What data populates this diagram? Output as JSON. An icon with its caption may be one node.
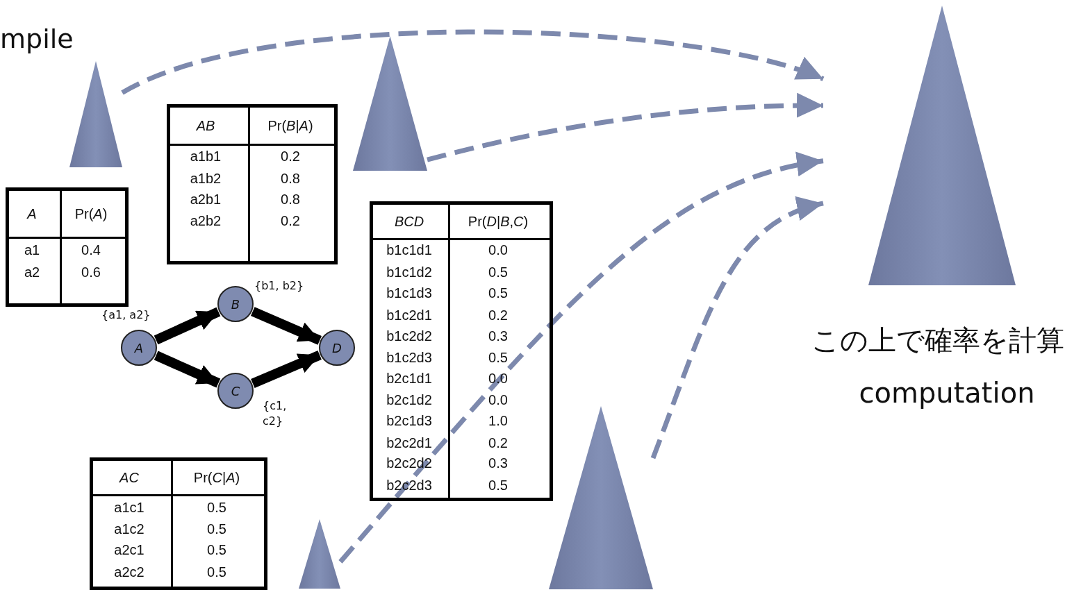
{
  "diagram": {
    "nodes": [
      {
        "text": [],
        "shape": "triangle"
      },
      {
        "text": [],
        "shape": "triangle"
      },
      {
        "text": [],
        "shape": "triangle",
        "beside": [
          "この上で確率を計算",
          "computation"
        ]
      },
      {
        "text": [],
        "shape": "triangle"
      },
      {
        "text": [],
        "shape": "triangle"
      },
      {
        "text": [
          "A"
        ],
        "beside": [
          "{a1, a2}"
        ]
      },
      {
        "text": [
          "B"
        ],
        "beside": [
          "{b1, b2}"
        ]
      },
      {
        "text": [
          "C"
        ],
        "beside": [
          "{c1, c2}"
        ]
      },
      {
        "text": [
          "D"
        ]
      }
    ],
    "edges": [
      {
        "from": 0,
        "to": 2,
        "arrow": "to",
        "style": "dashed",
        "color": "#7d89ad"
      },
      {
        "from": 1,
        "to": 2,
        "arrow": "to",
        "style": "dashed",
        "color": "#7d89ad"
      },
      {
        "from": 3,
        "to": 2,
        "arrow": "to",
        "style": "dashed",
        "color": "#7d89ad"
      },
      {
        "from": 4,
        "to": 2,
        "arrow": "to",
        "style": "dashed",
        "color": "#7d89ad"
      },
      {
        "from": 5,
        "to": 6,
        "arrow": "to",
        "style": "thick",
        "color": "#000000"
      },
      {
        "from": 5,
        "to": 7,
        "arrow": "to",
        "style": "thick",
        "color": "#000000"
      },
      {
        "from": 6,
        "to": 8,
        "arrow": "to",
        "style": "thick",
        "color": "#000000"
      },
      {
        "from": 7,
        "to": 8,
        "arrow": "to",
        "style": "thick",
        "color": "#000000"
      }
    ],
    "labels": [
      "mpile",
      "AB",
      "Pr(*B*|*A*)",
      "a1b1",
      "0.2",
      "a1b2",
      "0.8",
      "a2b1",
      "0.8",
      "a2b2",
      "0.2",
      "A",
      "Pr(*A*)",
      "a1",
      "0.4",
      "a2",
      "0.6",
      "BCD",
      "Pr(*D*|*B*,*C*)",
      "b1c1d1",
      "0.0",
      "b1c1d2",
      "0.5",
      "b1c1d3",
      "0.5",
      "b1c2d1",
      "0.2",
      "b1c2d2",
      "0.3",
      "b1c2d3",
      "0.5",
      "b2c1d1",
      "0.0",
      "b2c1d2",
      "0.0",
      "b2c1d3",
      "1.0",
      "b2c2d1",
      "0.2",
      "b2c2d2",
      "0.3",
      "b2c2d3",
      "0.5",
      "AC",
      "Pr(*C*|*A*)",
      "a1c1",
      "0.5",
      "a1c2",
      "0.5",
      "a2c1",
      "0.5",
      "a2c2",
      "0.5"
    ]
  }
}
